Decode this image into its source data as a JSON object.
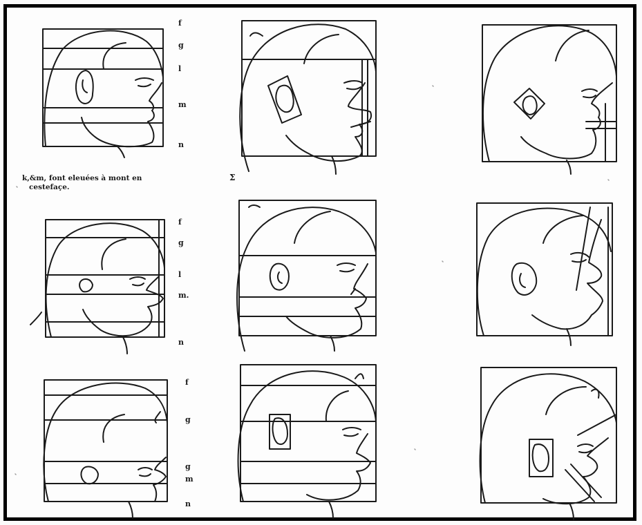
{
  "caption": {
    "line1": "k,&m, font eleuées à mont en",
    "line2": "cestefaçe."
  },
  "sigma_mark": "Σ",
  "row_labels": {
    "row1": [
      "f",
      "g",
      "l",
      "m",
      "n"
    ],
    "row2": [
      "f",
      "g",
      "l",
      "m.",
      "n"
    ],
    "row3": [
      "f",
      "g",
      "g",
      "m",
      "n"
    ]
  },
  "colors": {
    "ink": "#1a1a1a",
    "paper": "#fdfdfd",
    "frame": "#000000"
  }
}
